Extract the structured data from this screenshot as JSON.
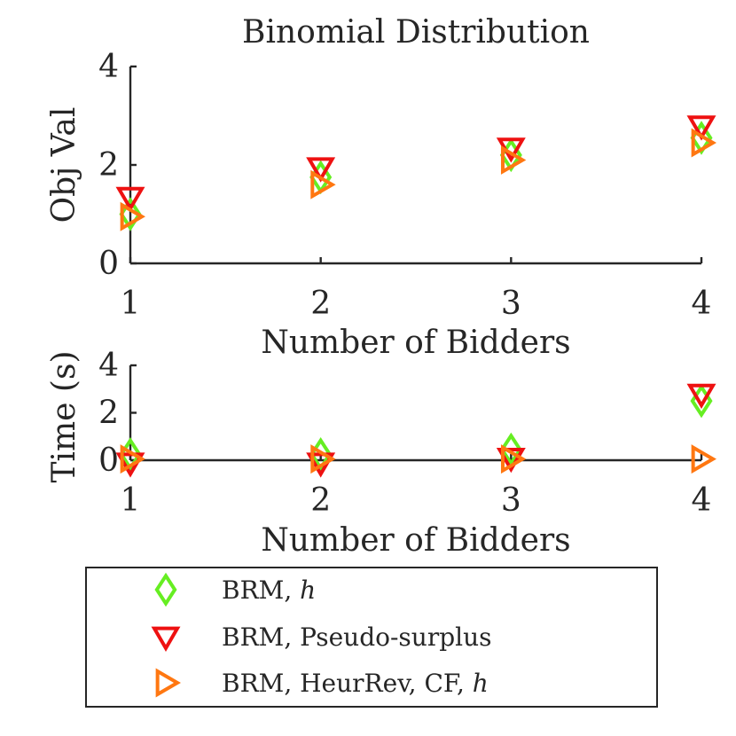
{
  "chart_data": [
    {
      "type": "scatter",
      "title": "Binomial Distribution",
      "xlabel": "Number of Bidders",
      "ylabel": "Obj Val",
      "xlim": [
        1,
        4
      ],
      "ylim": [
        0,
        4
      ],
      "xticks": [
        1,
        2,
        3,
        4
      ],
      "yticks": [
        0,
        2,
        4
      ],
      "x": [
        1,
        2,
        3,
        4
      ],
      "series": [
        {
          "name": "BRM, h",
          "marker": "diamond",
          "color": "#66ee22",
          "values": [
            1.0,
            1.75,
            2.2,
            2.55
          ]
        },
        {
          "name": "BRM, Pseudo-surplus",
          "marker": "triangle-down",
          "color": "#ee1111",
          "values": [
            1.35,
            1.95,
            2.35,
            2.8
          ]
        },
        {
          "name": "BRM, HeurRev, CF, h",
          "marker": "triangle-right",
          "color": "#ff7711",
          "values": [
            0.95,
            1.6,
            2.1,
            2.45
          ]
        }
      ]
    },
    {
      "type": "scatter",
      "title": "",
      "xlabel": "Number of Bidders",
      "ylabel": "Time (s)",
      "xlim": [
        1,
        4
      ],
      "ylim": [
        0,
        4
      ],
      "xticks": [
        1,
        2,
        3,
        4
      ],
      "yticks": [
        0,
        2,
        4
      ],
      "x": [
        1,
        2,
        3,
        4
      ],
      "series": [
        {
          "name": "BRM, h",
          "marker": "diamond",
          "color": "#66ee22",
          "values": [
            0.25,
            0.25,
            0.45,
            2.5
          ]
        },
        {
          "name": "BRM, Pseudo-surplus",
          "marker": "triangle-down",
          "color": "#ee1111",
          "values": [
            -0.1,
            -0.1,
            0.1,
            2.8
          ]
        },
        {
          "name": "BRM, HeurRev, CF, h",
          "marker": "triangle-right",
          "color": "#ff7711",
          "values": [
            0.05,
            0.05,
            0.05,
            0.05
          ]
        }
      ]
    }
  ],
  "legend": {
    "placement": "bottom",
    "entries": [
      {
        "text": "BRM, ",
        "math": "h",
        "marker": "diamond",
        "color": "#66ee22"
      },
      {
        "text": "BRM, Pseudo-surplus",
        "math": "",
        "marker": "triangle-down",
        "color": "#ee1111"
      },
      {
        "text": "BRM, HeurRev, CF, ",
        "math": "h",
        "marker": "triangle-right",
        "color": "#ff7711"
      }
    ]
  }
}
